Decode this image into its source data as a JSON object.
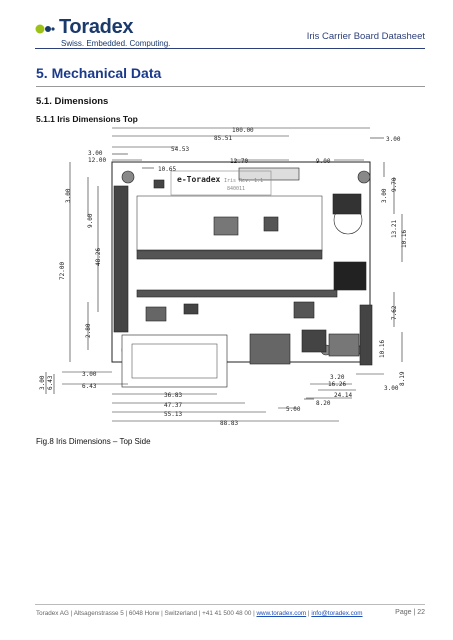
{
  "header": {
    "logo_word": "Toradex",
    "logo_tagline": "Swiss. Embedded. Computing.",
    "doc_title": "Iris Carrier Board Datasheet"
  },
  "section": {
    "heading": "5.  Mechanical Data",
    "sub_heading": "5.1.   Dimensions",
    "sub_sub_heading": "5.1.1   Iris Dimensions Top"
  },
  "drawing": {
    "board_label": "e-Toradex",
    "board_rev": "Iris Rev. 1.1",
    "board_code": "840011",
    "dims": {
      "top_width": "100.00",
      "w85": "85.51",
      "w54": "54.53",
      "l3": "3.00",
      "l12": "12.00",
      "w10": "10.65",
      "m12": "12.70",
      "r9": "9.00",
      "r3_top": "3.00",
      "h72": "72.00",
      "v3": "3.00",
      "v9": "9.00",
      "v48": "48.26",
      "v2_80": "2.80",
      "rv3": "3.00",
      "rv9": "9.70",
      "rv13": "13.21",
      "rv10": "10.16",
      "rv7": "7.62",
      "rv10b": "10.16",
      "rv8": "8.19",
      "bl3": "3.00",
      "bl6": "6.43",
      "bl3v": "3.00",
      "bl6v": "6.43",
      "b36": "36.83",
      "b47": "47.37",
      "b55": "55.13",
      "b88": "88.83",
      "b5": "5.00",
      "b3_20": "3.20",
      "b16": "16.26",
      "b24": "24.14",
      "b8_20": "8.20",
      "br3": "3.00"
    }
  },
  "caption": "Fig.8 Iris Dimensions – Top Side",
  "footer": {
    "company": "Toradex AG  |  Altsagenstrasse 5  |  6048 Horw  |  Switzerland  |  +41 41 500 48 00  |  ",
    "website": "www.toradex.com",
    "sep": "  |  ",
    "email": "info@toradex.com",
    "page": "Page | 22"
  }
}
